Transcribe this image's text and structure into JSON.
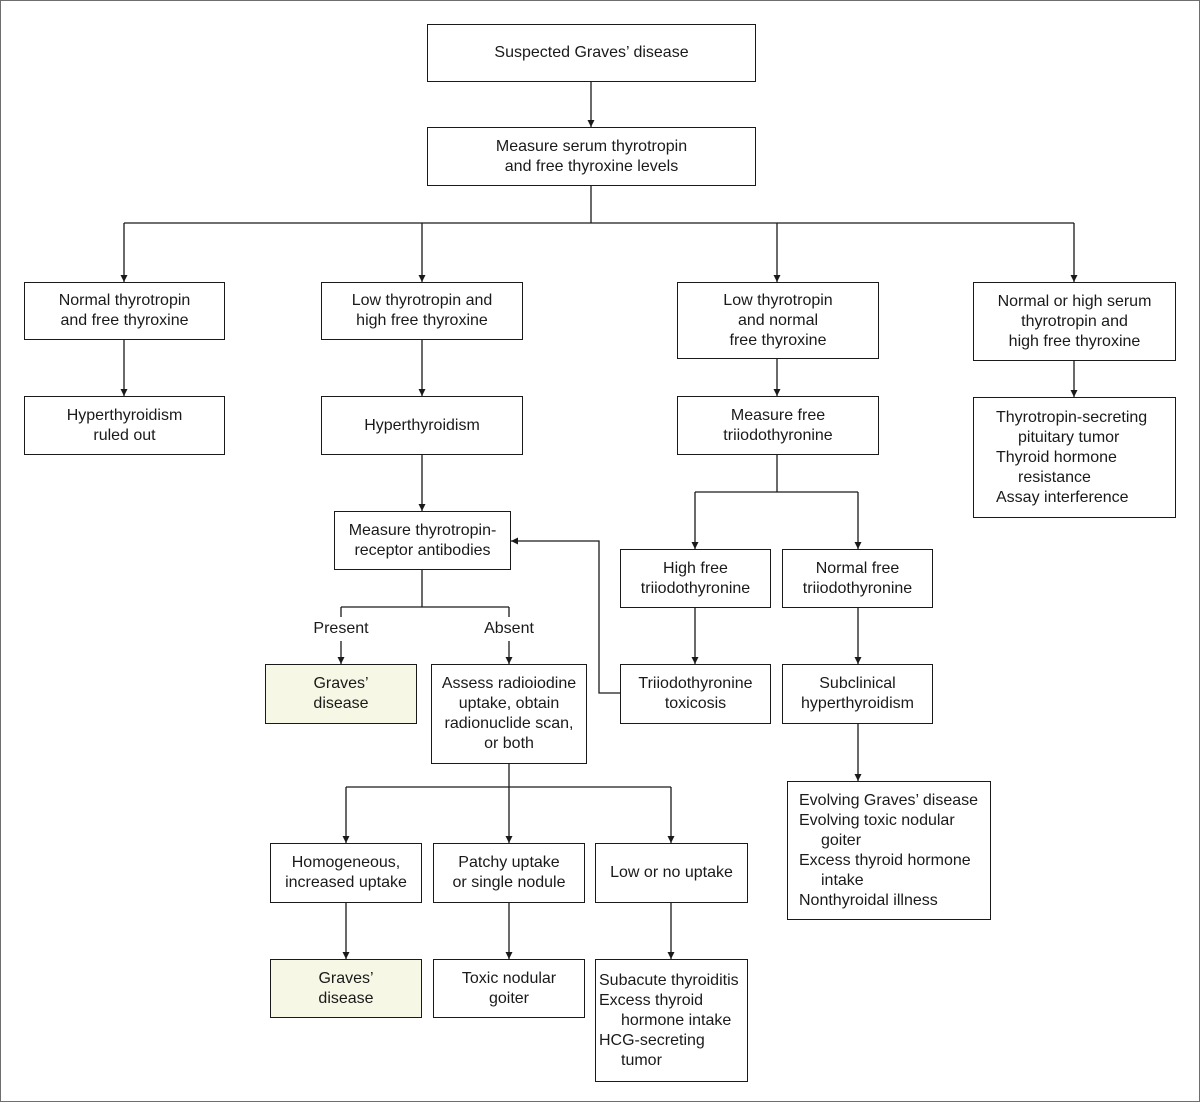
{
  "nodes": {
    "suspected": [
      "Suspected Graves’ disease"
    ],
    "measure_tsh": [
      "Measure serum thyrotropin",
      "and free thyroxine levels"
    ],
    "normal_tsh": [
      "Normal thyrotropin",
      "and free thyroxine"
    ],
    "low_tsh_high_t4": [
      "Low thyrotropin and",
      "high free thyroxine"
    ],
    "low_tsh_normal_t4": [
      "Low thyrotropin",
      "and normal",
      "free thyroxine"
    ],
    "high_tsh_high_t4": [
      "Normal or high serum",
      "thyrotropin and",
      "high free thyroxine"
    ],
    "ruled_out": [
      "Hyperthyroidism",
      "ruled out"
    ],
    "hyperthyroidism": [
      "Hyperthyroidism"
    ],
    "measure_t3": [
      "Measure free",
      "triiodothyronine"
    ],
    "tsh_secreting": [
      "Thyrotropin-secreting",
      "  pituitary tumor",
      "Thyroid hormone",
      "  resistance",
      "Assay interference"
    ],
    "measure_trab": [
      "Measure thyrotropin-",
      "receptor antibodies"
    ],
    "high_t3": [
      "High free",
      "triiodothyronine"
    ],
    "normal_t3": [
      "Normal free",
      "triiodothyronine"
    ],
    "graves_1": [
      "Graves’",
      "disease"
    ],
    "assess_uptake": [
      "Assess radioiodine",
      "uptake, obtain",
      "radionuclide scan,",
      "or both"
    ],
    "t3_toxicosis": [
      "Triiodothyronine",
      "toxicosis"
    ],
    "subclinical": [
      "Subclinical",
      "hyperthyroidism"
    ],
    "evolving": [
      "Evolving Graves’ disease",
      "Evolving toxic nodular",
      "  goiter",
      "Excess thyroid hormone",
      "  intake",
      "Nonthyroidal illness"
    ],
    "homogeneous": [
      "Homogeneous,",
      "increased uptake"
    ],
    "patchy": [
      "Patchy uptake",
      "or single nodule"
    ],
    "low_uptake": [
      "Low or no uptake"
    ],
    "graves_2": [
      "Graves’",
      "disease"
    ],
    "toxic_nodular": [
      "Toxic nodular",
      "goiter"
    ],
    "subacute": [
      "Subacute thyroiditis",
      "Excess thyroid",
      "  hormone intake",
      "HCG-secreting",
      "  tumor"
    ]
  },
  "labels": {
    "present": "Present",
    "absent": "Absent"
  }
}
